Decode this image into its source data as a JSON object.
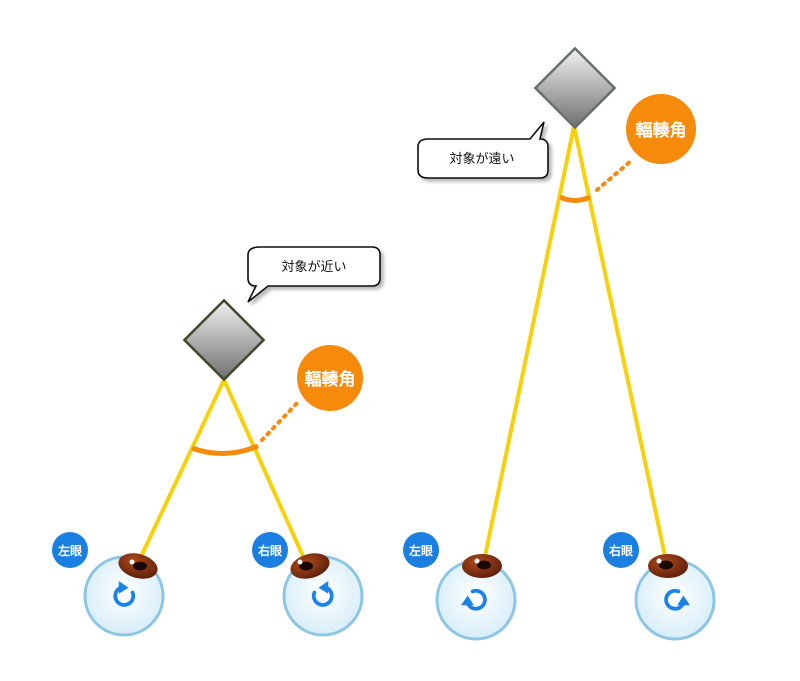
{
  "diagram": {
    "near": {
      "bubble": "対象が近い",
      "angle_label": "輻輳角",
      "left_eye": "左眼",
      "right_eye": "右眼"
    },
    "far": {
      "bubble": "対象が遠い",
      "angle_label": "輻輳角",
      "left_eye": "左眼",
      "right_eye": "右眼"
    }
  },
  "colors": {
    "sight_line": "#f7d10c",
    "angle_arc": "#f58a0b",
    "angle_badge": "#f58a0b",
    "eye_badge": "#1a7fe0",
    "eyeball_fill": "#e4f4fc",
    "eyeball_stroke": "#8cc6e6",
    "rotate_arrow": "#1a82e8",
    "iris": "#7a2e14",
    "object_stroke": "#3c4a2a"
  },
  "icons": {
    "object": "diamond-object-icon",
    "rotation": "rotate-arrow-icon",
    "eye": "eyeball-icon"
  }
}
